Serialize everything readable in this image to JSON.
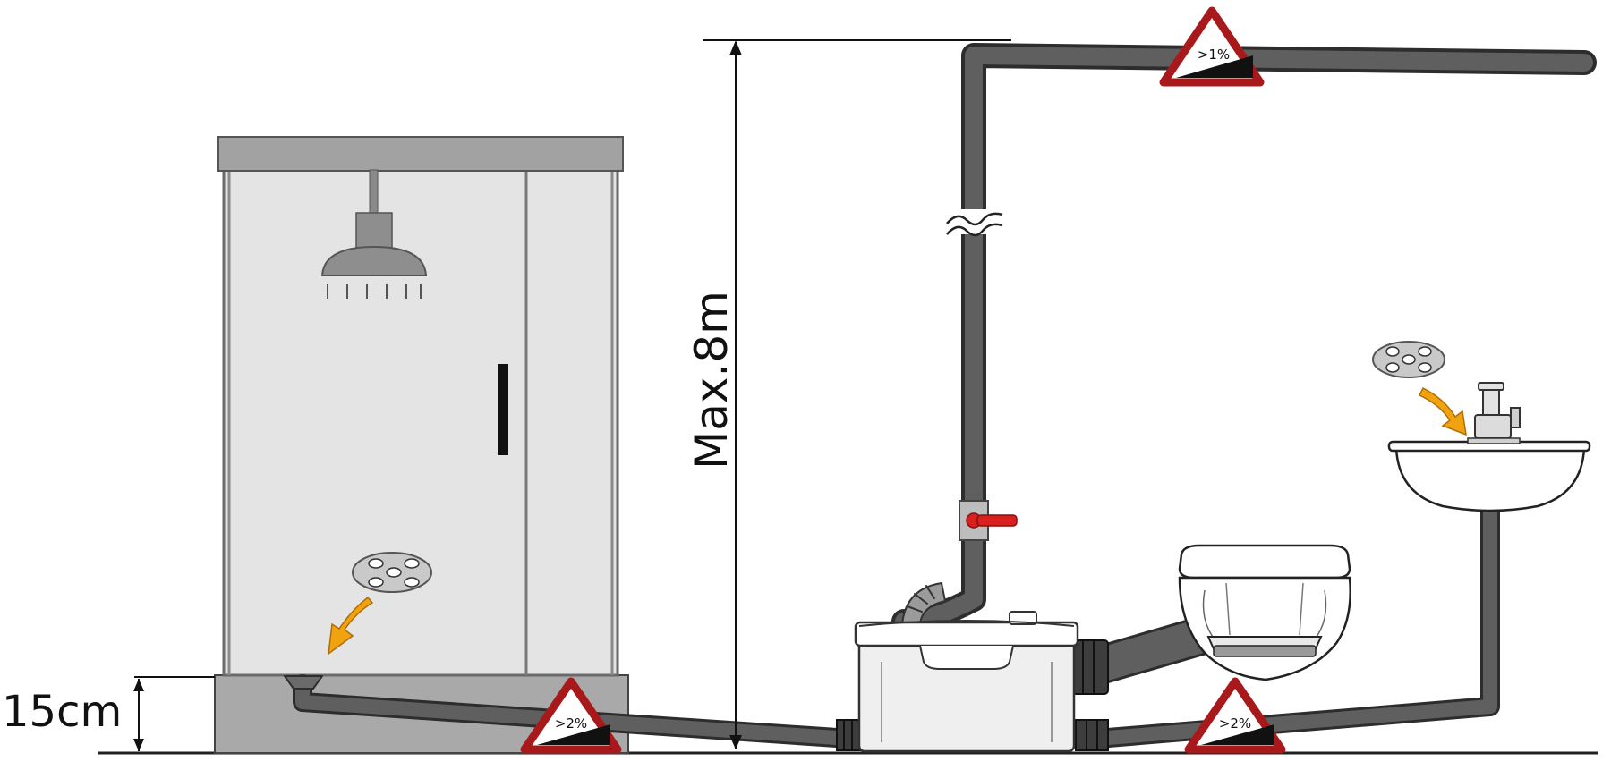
{
  "labels": {
    "max_height": "Max.8m",
    "step_height": "15cm"
  },
  "slopes": {
    "top": ">1%",
    "shower": ">2%",
    "toilet": ">2%"
  },
  "colors": {
    "pipe": "#5f5f5f",
    "pipe_edge": "#2d2d2d",
    "warning_border": "#a8191c",
    "arrow": "#f0a20f",
    "valve": "#d9201f",
    "cabin_glass": "#e6e6e6",
    "cabin_frame": "#a2a2a2"
  },
  "icons": [
    "shower-head-icon",
    "drain-strainer-icon",
    "flow-arrow-icon",
    "valve-icon",
    "slope-warning-icon",
    "pipe-break-icon"
  ]
}
